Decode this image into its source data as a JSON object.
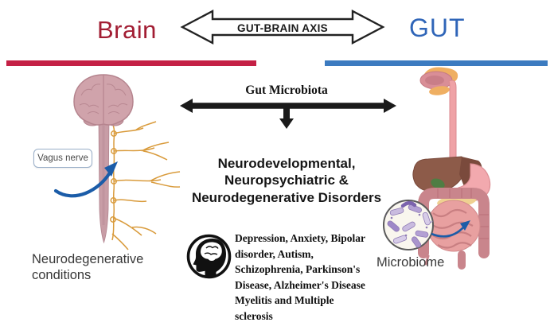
{
  "header": {
    "brain_title": "Brain",
    "gut_title": "GUT",
    "axis_label": "GUT-BRAIN AXIS",
    "brain_accent": "#A21D33",
    "gut_accent": "#2F65B8",
    "brain_bar_color": "#C42045",
    "gut_bar_color": "#3C7BC0"
  },
  "left_panel": {
    "vagus_label": "Vagus nerve",
    "caption_lines": [
      "Neurodegenerative",
      "conditions"
    ]
  },
  "center_panel": {
    "microbiota_label": "Gut Microbiota",
    "disorders_lines": [
      "Neurodevelopmental,",
      "Neuropsychiatric &",
      "Neurodegenerative Disorders"
    ],
    "disease_lines": [
      "Depression, Anxiety, Bipolar",
      "disorder, Autism,",
      "Schizophrenia, Parkinson's",
      "Disease, Alzheimer's Disease",
      "Myelitis and Multiple",
      "sclerosis"
    ],
    "icons": {
      "head_icon": "head-profile-with-brain",
      "microbiota_arrow": "double-headed-arrow-with-down-branch"
    }
  },
  "right_panel": {
    "caption": "Microbiome",
    "icons": {
      "microbiome_magnifier": "bacteria-magnifier-circle"
    }
  },
  "colors": {
    "arrow_black": "#1A1A1A",
    "blue_arrow": "#1B5CA8"
  }
}
